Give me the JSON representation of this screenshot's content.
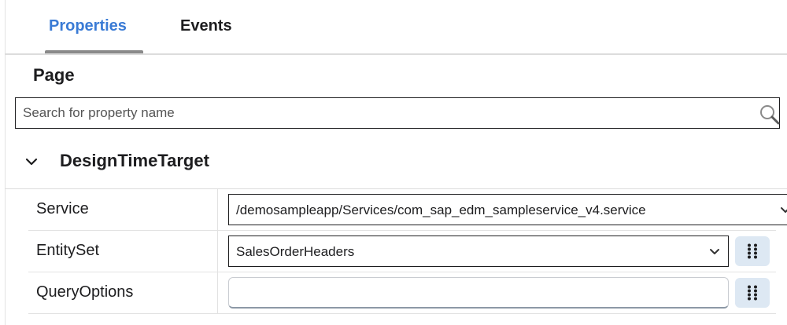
{
  "tabs": [
    {
      "label": "Properties",
      "active": true
    },
    {
      "label": "Events",
      "active": false
    }
  ],
  "accent_color": "#3a7bd5",
  "section": {
    "title": "Page"
  },
  "search": {
    "placeholder": "Search for property name",
    "value": ""
  },
  "group": {
    "title": "DesignTimeTarget",
    "expanded": true
  },
  "properties": [
    {
      "label": "Service",
      "value": "/demosampleapp/Services/com_sap_edm_sampleservice_v4.service",
      "control": "select"
    },
    {
      "label": "EntitySet",
      "value": "SalesOrderHeaders",
      "control": "select"
    },
    {
      "label": "QueryOptions",
      "value": "",
      "control": "text"
    }
  ],
  "icons": {
    "search": "magnifier-icon",
    "group_toggle": "chevron-down-icon",
    "select_arrow": "chevron-down-icon",
    "binding": "object-browser-dots-icon"
  }
}
